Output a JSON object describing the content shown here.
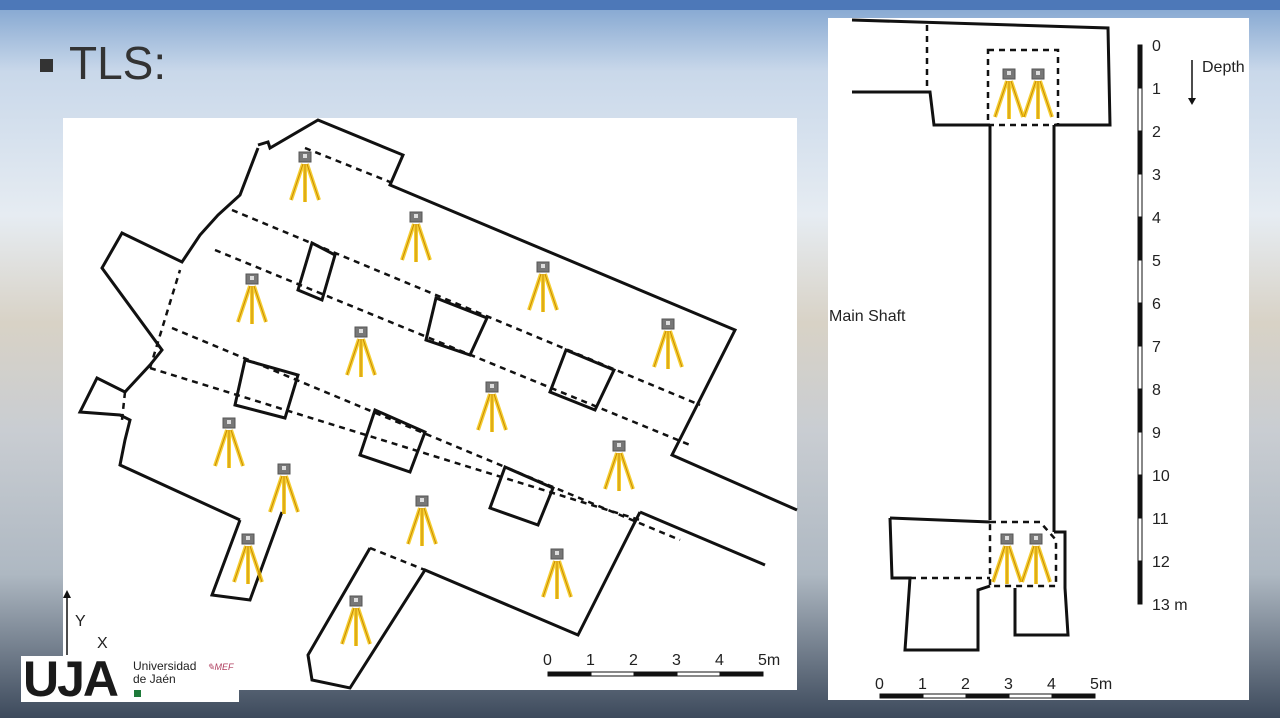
{
  "slide": {
    "title": "TLS:"
  },
  "left_plan": {
    "axis": {
      "y": "Y",
      "x": "X"
    },
    "scale": {
      "labels": [
        "0",
        "1",
        "2",
        "3",
        "4",
        "5m"
      ]
    }
  },
  "right_plan": {
    "label": "Main Shaft",
    "depth_label": "Depth",
    "depth_ticks": [
      "0",
      "1",
      "2",
      "3",
      "4",
      "5",
      "6",
      "7",
      "8",
      "9",
      "10",
      "11",
      "12",
      "13 m"
    ],
    "scale": {
      "labels": [
        "0",
        "1",
        "2",
        "3",
        "4",
        "5m"
      ]
    }
  },
  "logo": {
    "mark": "UJA",
    "line1": "Universidad",
    "line2": "de Jaén",
    "seal": "MEF"
  },
  "colors": {
    "scanner_beam": "#f2c200",
    "title_bar": "#4d78b8",
    "logo_green": "#1e7a3a"
  }
}
